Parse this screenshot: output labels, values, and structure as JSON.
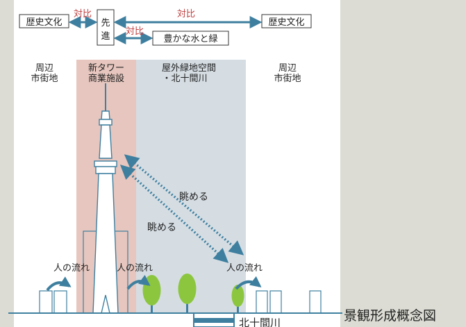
{
  "diagram": {
    "caption": "景観形成概念図",
    "top": {
      "history_left": "歴史文化",
      "history_right": "歴史文化",
      "pioneer_line1": "先",
      "pioneer_line2": "進",
      "contrast_left": "対比",
      "contrast_right": "対比",
      "contrast_lower": "対比",
      "water_green": "豊かな水と緑"
    },
    "zones": {
      "left_line1": "周辺",
      "left_line2": "市街地",
      "tower_line1": "新タワー",
      "tower_line2": "商業施設",
      "open_line1": "屋外緑地空間",
      "open_line2": "・北十間川",
      "right_line1": "周辺",
      "right_line2": "市街地"
    },
    "views": {
      "upper": "眺める",
      "lower": "眺める"
    },
    "flows": {
      "left": "人の流れ",
      "center": "人の流れ",
      "right": "人の流れ"
    },
    "river": "北十間川",
    "colors": {
      "tower_zone": "#e6c6be",
      "open_zone": "#d5dde3",
      "accent_blue": "#3e7f9f",
      "tree_green": "#8cc63f",
      "caption_line": "#3e7f9f"
    }
  }
}
